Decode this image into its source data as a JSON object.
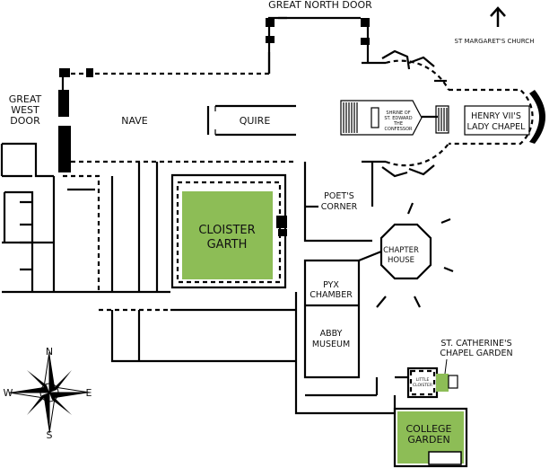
{
  "map": {
    "labels": {
      "great_north_door": "GREAT NORTH DOOR",
      "st_margarets_church": "ST MARGARET'S CHURCH",
      "great_west_door": [
        "GREAT",
        "WEST",
        "DOOR"
      ],
      "nave": "NAVE",
      "quire": "QUIRE",
      "shrine": [
        "SHRINE OF",
        "ST. EDWARD",
        "THE",
        "CONFESSOR"
      ],
      "henry_vii": [
        "HENRY VII'S",
        "LADY CHAPEL"
      ],
      "poets_corner": [
        "POET'S",
        "CORNER"
      ],
      "cloister_garth": [
        "CLOISTER",
        "GARTH"
      ],
      "chapter_house": [
        "CHAPTER",
        "HOUSE"
      ],
      "pyx_chamber": [
        "PYX",
        "CHAMBER"
      ],
      "abby_museum": [
        "ABBY",
        "MUSEUM"
      ],
      "st_catherines": [
        "ST. CATHERINE'S",
        "CHAPEL GARDEN"
      ],
      "little_cloister": [
        "LITTLE",
        "CLOISTER"
      ],
      "college_garden": [
        "COLLEGE",
        "GARDEN"
      ]
    },
    "compass": {
      "n": "N",
      "s": "S",
      "e": "E",
      "w": "W"
    },
    "colors": {
      "garden": "#8dbd56",
      "walls": "#000000",
      "background": "#ffffff"
    }
  }
}
